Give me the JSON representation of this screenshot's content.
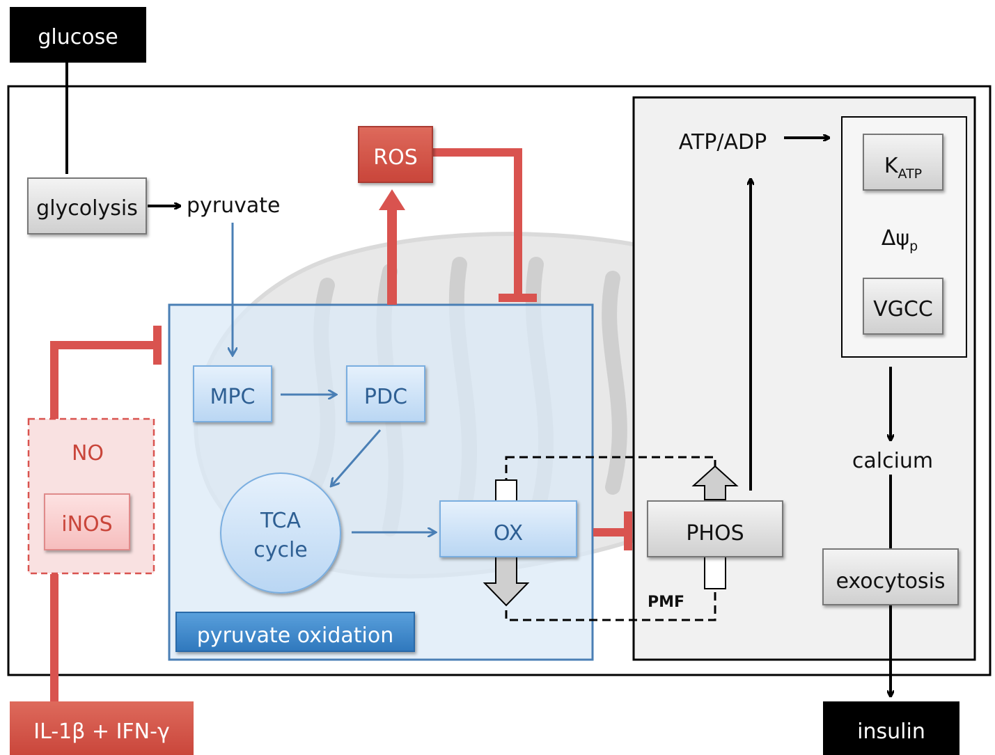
{
  "nodes": {
    "glucose": "glucose",
    "glycolysis": "glycolysis",
    "pyruvate": "pyruvate",
    "ros": "ROS",
    "mpc": "MPC",
    "pdc": "PDC",
    "tca_line1": "TCA",
    "tca_line2": "cycle",
    "ox": "OX",
    "phos": "PHOS",
    "pmf": "PMF",
    "atp_adp": "ATP/ADP",
    "katp_main": "K",
    "katp_sub": "ATP",
    "delta_psi_main": "Δψ",
    "delta_psi_sub": "p",
    "vgcc": "VGCC",
    "calcium": "calcium",
    "exocytosis": "exocytosis",
    "insulin": "insulin",
    "no": "NO",
    "inos": "iNOS",
    "cytokines": "IL-1β + IFN-γ",
    "pyruvate_oxidation": "pyruvate oxidation"
  },
  "colors": {
    "red": "#d9534f",
    "blue_line": "#4a7fb5",
    "black_box": "#000000",
    "gray_box": "#dcdcdc",
    "blue_box": "#cfe3f7",
    "blue_label": "#3a84c9"
  }
}
